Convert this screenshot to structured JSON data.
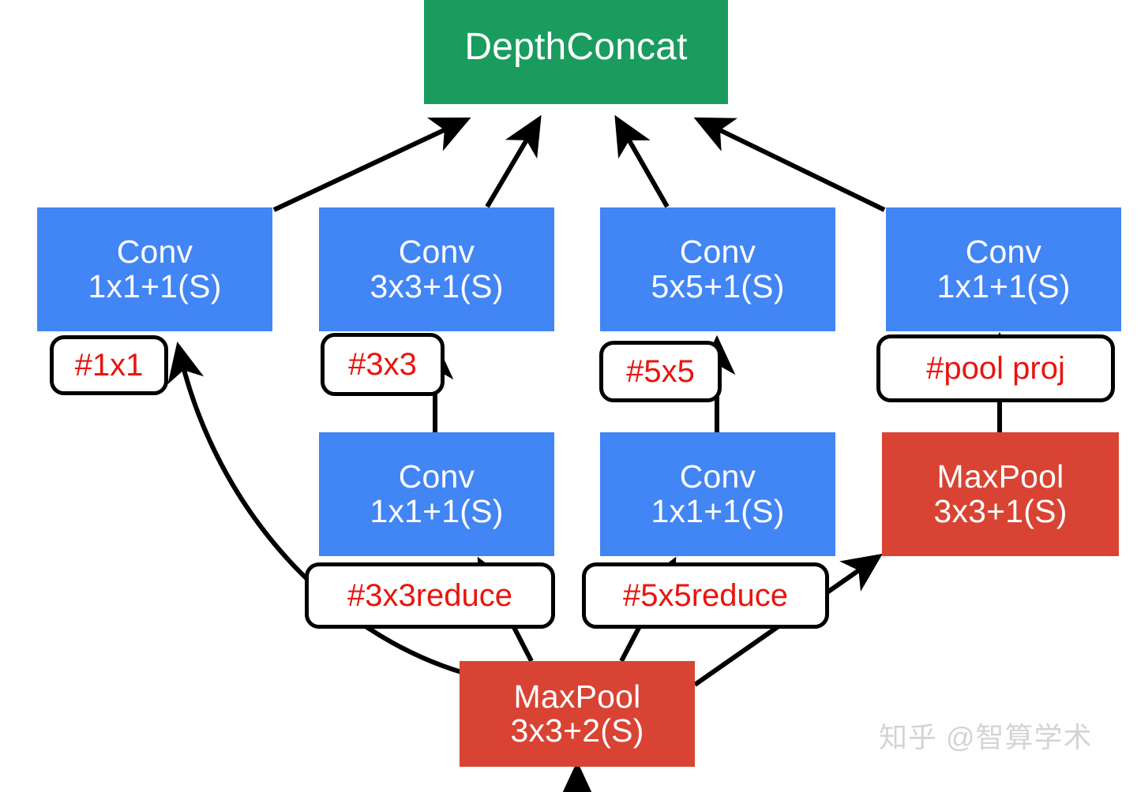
{
  "diagram": {
    "title": "GoogLeNet Inception module",
    "colors": {
      "conv": "#4285f4",
      "pool": "#d94334",
      "concat": "#1a9c5f",
      "tag_text": "#e8150f",
      "tag_border": "#000000",
      "edge": "#000000",
      "background": "#ffffff",
      "watermark": "#d4d4d4"
    },
    "nodes": {
      "depth_concat": {
        "line1": "DepthConcat",
        "line2": "",
        "type": "concat"
      },
      "conv_1x1": {
        "line1": "Conv",
        "line2": "1x1+1(S)",
        "type": "conv"
      },
      "conv_3x3": {
        "line1": "Conv",
        "line2": "3x3+1(S)",
        "type": "conv"
      },
      "conv_5x5": {
        "line1": "Conv",
        "line2": "5x5+1(S)",
        "type": "conv"
      },
      "conv_poolproj": {
        "line1": "Conv",
        "line2": "1x1+1(S)",
        "type": "conv"
      },
      "conv_3x3_reduce": {
        "line1": "Conv",
        "line2": "1x1+1(S)",
        "type": "conv"
      },
      "conv_5x5_reduce": {
        "line1": "Conv",
        "line2": "1x1+1(S)",
        "type": "conv"
      },
      "maxpool_branch": {
        "line1": "MaxPool",
        "line2": "3x3+1(S)",
        "type": "pool"
      },
      "maxpool_input": {
        "line1": "MaxPool",
        "line2": "3x3+2(S)",
        "type": "pool"
      }
    },
    "tags": {
      "t_1x1": "#1x1",
      "t_3x3": "#3x3",
      "t_5x5": "#5x5",
      "t_pool_proj": "#pool proj",
      "t_3x3_reduce": "#3x3reduce",
      "t_5x5_reduce": "#5x5reduce"
    },
    "watermark": "知乎 @智算学术"
  }
}
